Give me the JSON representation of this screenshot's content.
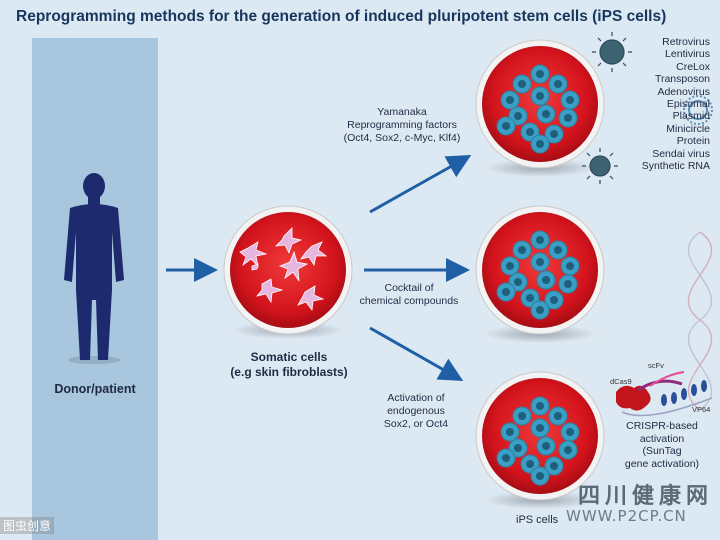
{
  "title": "Reprogramming methods for the generation of induced pluripotent stem cells (iPS cells)",
  "donor_label": "Donor/patient",
  "somatic": {
    "line1": "Somatic cells",
    "line2": "(e.g skin fibroblasts)"
  },
  "yamanaka": {
    "line1": "Yamanaka",
    "line2": "Reprogramming factors",
    "line3": "(Oct4, Sox2, c-Myc, Klf4)"
  },
  "cocktail": {
    "line1": "Cocktail of",
    "line2": "chemical compounds"
  },
  "activation": {
    "line1": "Activation of",
    "line2": "endogenous",
    "line3": "Sox2, or Oct4"
  },
  "methods": [
    "Retrovirus",
    "Lentivirus",
    "CreLox",
    "Transposon",
    "Adenovirus",
    "Episomal",
    "Plasmid",
    "Minicircle",
    "Protein",
    "Sendai virus",
    "Synthetic RNA"
  ],
  "crispr": {
    "line1": "CRISPR-based",
    "line2": "activation",
    "line3": "(SunTag",
    "line4": "gene activation)",
    "dcas9": "dCas9",
    "scfv": "scFv",
    "vp64": "VP64"
  },
  "ips_label": "iPS cells",
  "watermark": {
    "brand": "四川健康网",
    "url": "WWW.P2CP.CN",
    "corner": "图虫创意"
  },
  "colors": {
    "dish_red": "#d3131c",
    "cell_blue": "#3a9fc4",
    "arrow_blue": "#1f5fa6",
    "figure_navy": "#1e2a6e",
    "donor_panel": "#a9c6df"
  }
}
